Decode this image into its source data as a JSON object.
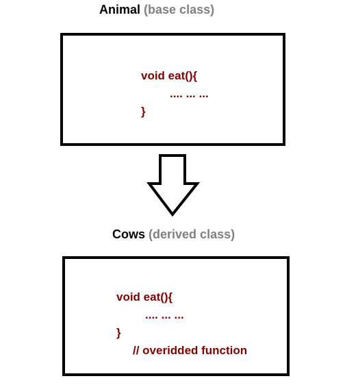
{
  "base": {
    "name": "Animal",
    "label": "(base class)",
    "code": [
      "void eat(){",
      ".... ... ...",
      "}"
    ]
  },
  "derived": {
    "name": "Cows",
    "label": "(derived class)",
    "code": [
      "void eat(){",
      ".... ... ...",
      "}"
    ],
    "comment": "// overidded function"
  },
  "colors": {
    "code": "#800000",
    "label": "#808080",
    "border": "#000000"
  },
  "icons": {
    "arrow": "down-arrow-icon"
  }
}
